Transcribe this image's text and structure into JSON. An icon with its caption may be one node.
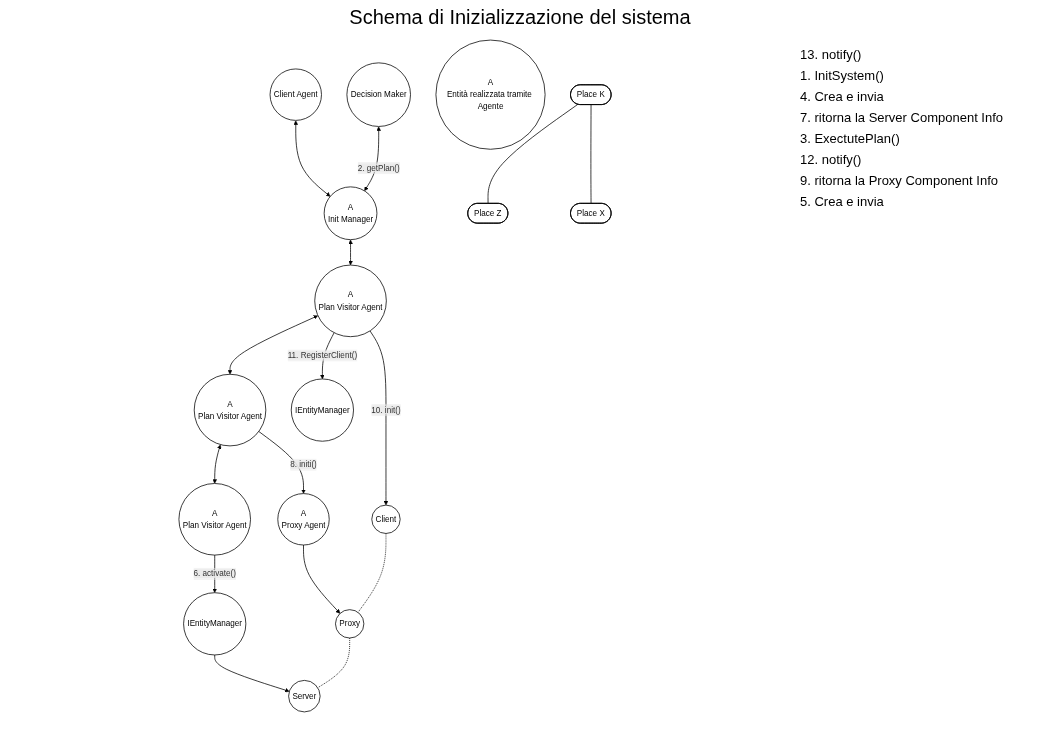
{
  "diagram": {
    "title": "Schema di Inizializzazione del sistema",
    "nodes": [
      {
        "text": [
          "Client Agent"
        ]
      },
      {
        "text": [
          "A",
          "Init Manager"
        ]
      },
      {
        "text": [
          "Decision Maker"
        ]
      },
      {
        "text": [
          "A",
          "Plan Visitor Agent"
        ]
      },
      {
        "text": [
          "A",
          "Entità realizzata tramite Agente"
        ]
      },
      {
        "text": [
          "A",
          "Proxy Agent"
        ]
      },
      {
        "text": [
          "A",
          "Plan Visitor Agent"
        ]
      },
      {
        "text": [
          "Proxy"
        ]
      },
      {
        "text": [
          "A",
          "Plan Visitor Agent"
        ]
      },
      {
        "text": [
          "Place K"
        ]
      },
      {
        "text": [
          "IEntityManager"
        ]
      },
      {
        "text": [
          "Client"
        ]
      },
      {
        "text": [
          "Server"
        ]
      },
      {
        "text": [
          "IEntityManager"
        ]
      },
      {
        "text": [
          "Place Z"
        ]
      },
      {
        "text": [
          "Place X"
        ]
      }
    ],
    "edges": [
      {
        "from": 0,
        "to": 1,
        "arrow": "both"
      },
      {
        "from": 2,
        "to": 1,
        "arrow": "both",
        "label": "2. getPlan()"
      },
      {
        "from": 1,
        "to": 6,
        "arrow": "both"
      },
      {
        "from": 6,
        "to": 3,
        "arrow": "both"
      },
      {
        "from": 3,
        "to": 5,
        "arrow": "to",
        "label": "8. initi()"
      },
      {
        "from": 5,
        "to": 7,
        "arrow": "to"
      },
      {
        "from": 3,
        "to": 8,
        "arrow": "both"
      },
      {
        "from": 6,
        "to": 10,
        "arrow": "to",
        "label": "11. RegisterClient()"
      },
      {
        "from": 6,
        "to": 11,
        "arrow": "to",
        "label": "10. init()"
      },
      {
        "from": 8,
        "to": 13,
        "arrow": "to",
        "label": "6. activate()"
      },
      {
        "from": 13,
        "to": 12,
        "arrow": "to"
      },
      {
        "from": 11,
        "to": 7,
        "arrow": "none",
        "style": "dashed"
      },
      {
        "from": 7,
        "to": 12,
        "arrow": "none",
        "style": "dashed"
      },
      {
        "from": 9,
        "to": 15,
        "arrow": "none"
      },
      {
        "from": 9,
        "to": 14,
        "arrow": "none"
      }
    ],
    "labels": [
      "13. notify()",
      "1. InitSystem()",
      "4. Crea e invia",
      "7. ritorna la Server Component Info",
      "3. ExectutePlan()",
      "12. notify()",
      "9. ritorna la Proxy Component Info",
      "5. Crea e invia"
    ]
  }
}
